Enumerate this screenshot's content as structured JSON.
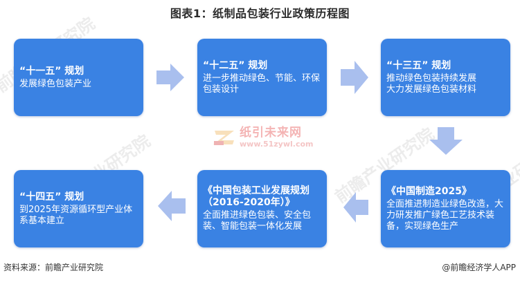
{
  "title": "图表1：纸制品包装行业政策历程图",
  "colors": {
    "box": "#3a82e3",
    "arrow": "#a9bfee",
    "text": "#ffffff"
  },
  "nodes": [
    {
      "id": "11th-five-year",
      "heading": "“十一五” 规划",
      "body": "发展绿色包装产业"
    },
    {
      "id": "12th-five-year",
      "heading": "“十二五” 规划",
      "body": "进一步推动绿色、节能、环保包装设计"
    },
    {
      "id": "13th-five-year",
      "heading": "“十三五” 规划",
      "body_lines": [
        "推动绿色包装持续发展",
        "大力发展绿色包装材料"
      ]
    },
    {
      "id": "made-in-china-2025",
      "heading": "《中国制造2025》",
      "body": "全面推进制造业绿色改造，大力研发推广绿色工艺技术装备，实现绿色生产"
    },
    {
      "id": "packaging-industry-plan",
      "heading": "《中国包装工业发展规划（2016-2020年）》",
      "body": "全面推进绿色包装、安全包装、智能包装一体化发展"
    },
    {
      "id": "14th-five-year",
      "heading": "“十四五” 规划",
      "body": "到2025年资源循环型产业体系基本建立"
    }
  ],
  "flow": [
    "11th-five-year",
    "12th-five-year",
    "13th-five-year",
    "made-in-china-2025",
    "packaging-industry-plan",
    "14th-five-year"
  ],
  "watermark": {
    "center_cn": "纸引未来网",
    "center_url": "www.51zywl.com",
    "brand": "前瞻产业研究院"
  },
  "footer": {
    "source": "资料来源：前瞻产业研究院",
    "credit": "@前瞻经济学人APP"
  }
}
